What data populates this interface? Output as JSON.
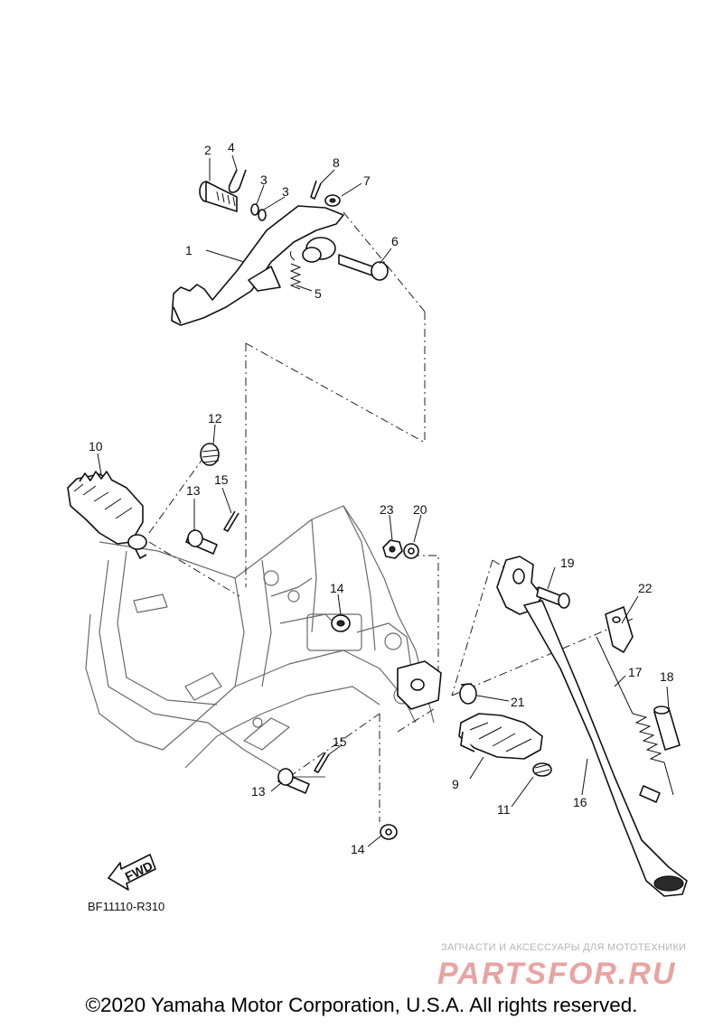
{
  "diagram": {
    "callouts": {
      "c1": "1",
      "c2": "2",
      "c3a": "3",
      "c3b": "3",
      "c4": "4",
      "c5": "5",
      "c6": "6",
      "c7": "7",
      "c8": "8",
      "c9": "9",
      "c10": "10",
      "c11": "11",
      "c12": "12",
      "c13a": "13",
      "c13b": "13",
      "c14a": "14",
      "c14b": "14",
      "c15a": "15",
      "c15b": "15",
      "c16": "16",
      "c17": "17",
      "c18": "18",
      "c19": "19",
      "c20": "20",
      "c21": "21",
      "c22": "22",
      "c23": "23"
    },
    "fwd_label": "FWD",
    "diagram_code": "BF11110-R310"
  },
  "watermark": {
    "caption": "ЗАПЧАСТИ И АКСЕССУАРЫ ДЛЯ МОТОТЕХНИКИ",
    "logo_text": "PARTSFOR.RU",
    "color": "#e8a3a3"
  },
  "footer": {
    "copyright": "©2020 Yamaha Motor Corporation, U.S.A. All rights reserved."
  }
}
